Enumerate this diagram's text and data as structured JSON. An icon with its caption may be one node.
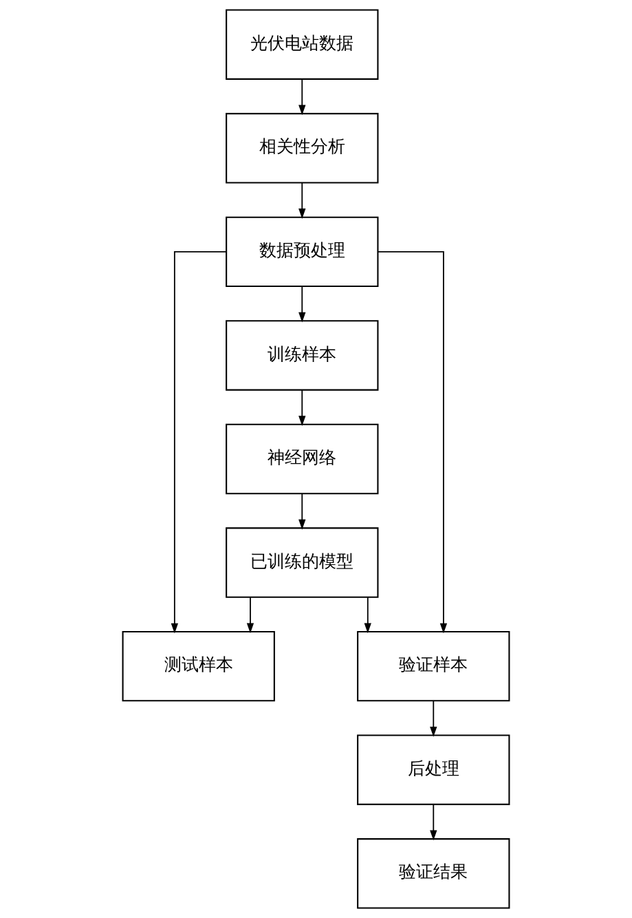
{
  "diagram": {
    "nodes": [
      {
        "text": [
          "光伏电站数据"
        ]
      },
      {
        "text": [
          "相关性分析"
        ]
      },
      {
        "text": [
          "数据预处理"
        ]
      },
      {
        "text": [
          "训练样本"
        ]
      },
      {
        "text": [
          "神经网络"
        ]
      },
      {
        "text": [
          "已训练的模型"
        ]
      },
      {
        "text": [
          "测试样本"
        ]
      },
      {
        "text": [
          "验证样本"
        ]
      },
      {
        "text": [
          "后处理"
        ]
      },
      {
        "text": [
          "验证结果"
        ]
      }
    ],
    "edges": [
      {
        "from": 0,
        "to": 1,
        "arrow": "to"
      },
      {
        "from": 1,
        "to": 2,
        "arrow": "to"
      },
      {
        "from": 2,
        "to": 3,
        "arrow": "to"
      },
      {
        "from": 2,
        "to": 6,
        "arrow": "to"
      },
      {
        "from": 2,
        "to": 7,
        "arrow": "to"
      },
      {
        "from": 3,
        "to": 4,
        "arrow": "to"
      },
      {
        "from": 4,
        "to": 5,
        "arrow": "to"
      },
      {
        "from": 5,
        "to": 6,
        "arrow": "to"
      },
      {
        "from": 5,
        "to": 7,
        "arrow": "to"
      },
      {
        "from": 7,
        "to": 8,
        "arrow": "to"
      },
      {
        "from": 8,
        "to": 9,
        "arrow": "to"
      }
    ]
  }
}
